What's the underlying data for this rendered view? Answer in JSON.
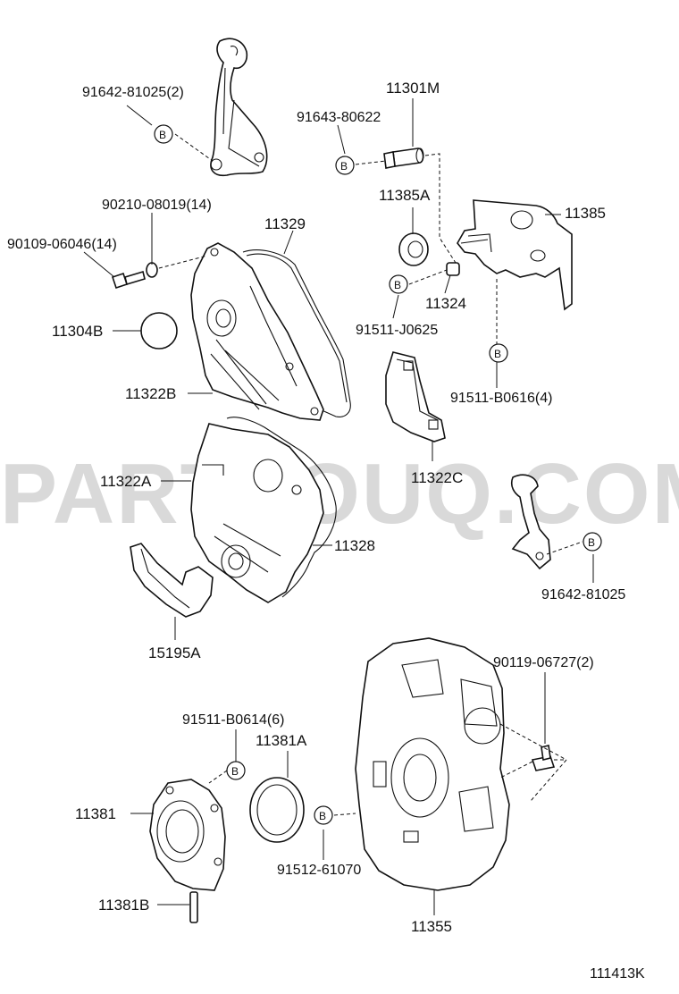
{
  "watermark": "PARTSOUQ.COM",
  "figure_code": "111413K",
  "bolt_marker": "B",
  "callouts": {
    "p_91642_81025_2": "91642-81025(2)",
    "p_11301M": "11301M",
    "p_91643_80622": "91643-80622",
    "p_11385A": "11385A",
    "p_11385": "11385",
    "p_90210_08019_14": "90210-08019(14)",
    "p_11329": "11329",
    "p_90109_06046_14": "90109-06046(14)",
    "p_11304B": "11304B",
    "p_11324": "11324",
    "p_91511_J0625": "91511-J0625",
    "p_91511_B0616_4": "91511-B0616(4)",
    "p_11322B": "11322B",
    "p_11322C": "11322C",
    "p_11322A": "11322A",
    "p_11328": "11328",
    "p_91642_81025": "91642-81025",
    "p_15195A": "15195A",
    "p_90119_06727_2": "90119-06727(2)",
    "p_91511_B0614_6": "91511-B0614(6)",
    "p_11381A": "11381A",
    "p_11381": "11381",
    "p_91512_61070": "91512-61070",
    "p_11381B": "11381B",
    "p_11355": "11355"
  }
}
